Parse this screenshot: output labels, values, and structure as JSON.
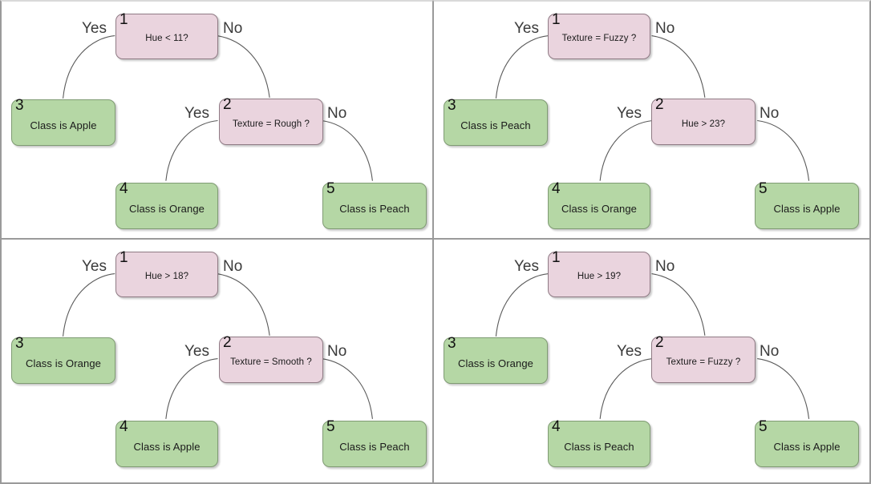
{
  "theme": {
    "decision_fill": "#ead4de",
    "leaf_fill": "#b5d7a5",
    "edge_stroke": "#5a5a5a",
    "panel_border": "#9a9a9a",
    "text_color": "#1a1a1a",
    "branch_label_color": "#3b3b3b"
  },
  "branch": {
    "yes": "Yes",
    "no": "No"
  },
  "panels": [
    {
      "name": "tree-top-left",
      "nodes": {
        "n1": {
          "id": "1",
          "label": "Hue < 11?",
          "kind": "decision"
        },
        "n2": {
          "id": "2",
          "label": "Texture = Rough ?",
          "kind": "decision"
        },
        "n3": {
          "id": "3",
          "label": "Class is Apple",
          "kind": "leaf"
        },
        "n4": {
          "id": "4",
          "label": "Class is Orange",
          "kind": "leaf"
        },
        "n5": {
          "id": "5",
          "label": "Class is Peach",
          "kind": "leaf"
        }
      }
    },
    {
      "name": "tree-top-right",
      "nodes": {
        "n1": {
          "id": "1",
          "label": "Texture = Fuzzy ?",
          "kind": "decision"
        },
        "n2": {
          "id": "2",
          "label": "Hue > 23?",
          "kind": "decision"
        },
        "n3": {
          "id": "3",
          "label": "Class is Peach",
          "kind": "leaf"
        },
        "n4": {
          "id": "4",
          "label": "Class is Orange",
          "kind": "leaf"
        },
        "n5": {
          "id": "5",
          "label": "Class is Apple",
          "kind": "leaf"
        }
      }
    },
    {
      "name": "tree-bottom-left",
      "nodes": {
        "n1": {
          "id": "1",
          "label": "Hue > 18?",
          "kind": "decision"
        },
        "n2": {
          "id": "2",
          "label": "Texture = Smooth ?",
          "kind": "decision"
        },
        "n3": {
          "id": "3",
          "label": "Class is Orange",
          "kind": "leaf"
        },
        "n4": {
          "id": "4",
          "label": "Class is Apple",
          "kind": "leaf"
        },
        "n5": {
          "id": "5",
          "label": "Class is Peach",
          "kind": "leaf"
        }
      }
    },
    {
      "name": "tree-bottom-right",
      "nodes": {
        "n1": {
          "id": "1",
          "label": "Hue > 19?",
          "kind": "decision"
        },
        "n2": {
          "id": "2",
          "label": "Texture = Fuzzy ?",
          "kind": "decision"
        },
        "n3": {
          "id": "3",
          "label": "Class is Orange",
          "kind": "leaf"
        },
        "n4": {
          "id": "4",
          "label": "Class is Peach",
          "kind": "leaf"
        },
        "n5": {
          "id": "5",
          "label": "Class is Apple",
          "kind": "leaf"
        }
      }
    }
  ]
}
